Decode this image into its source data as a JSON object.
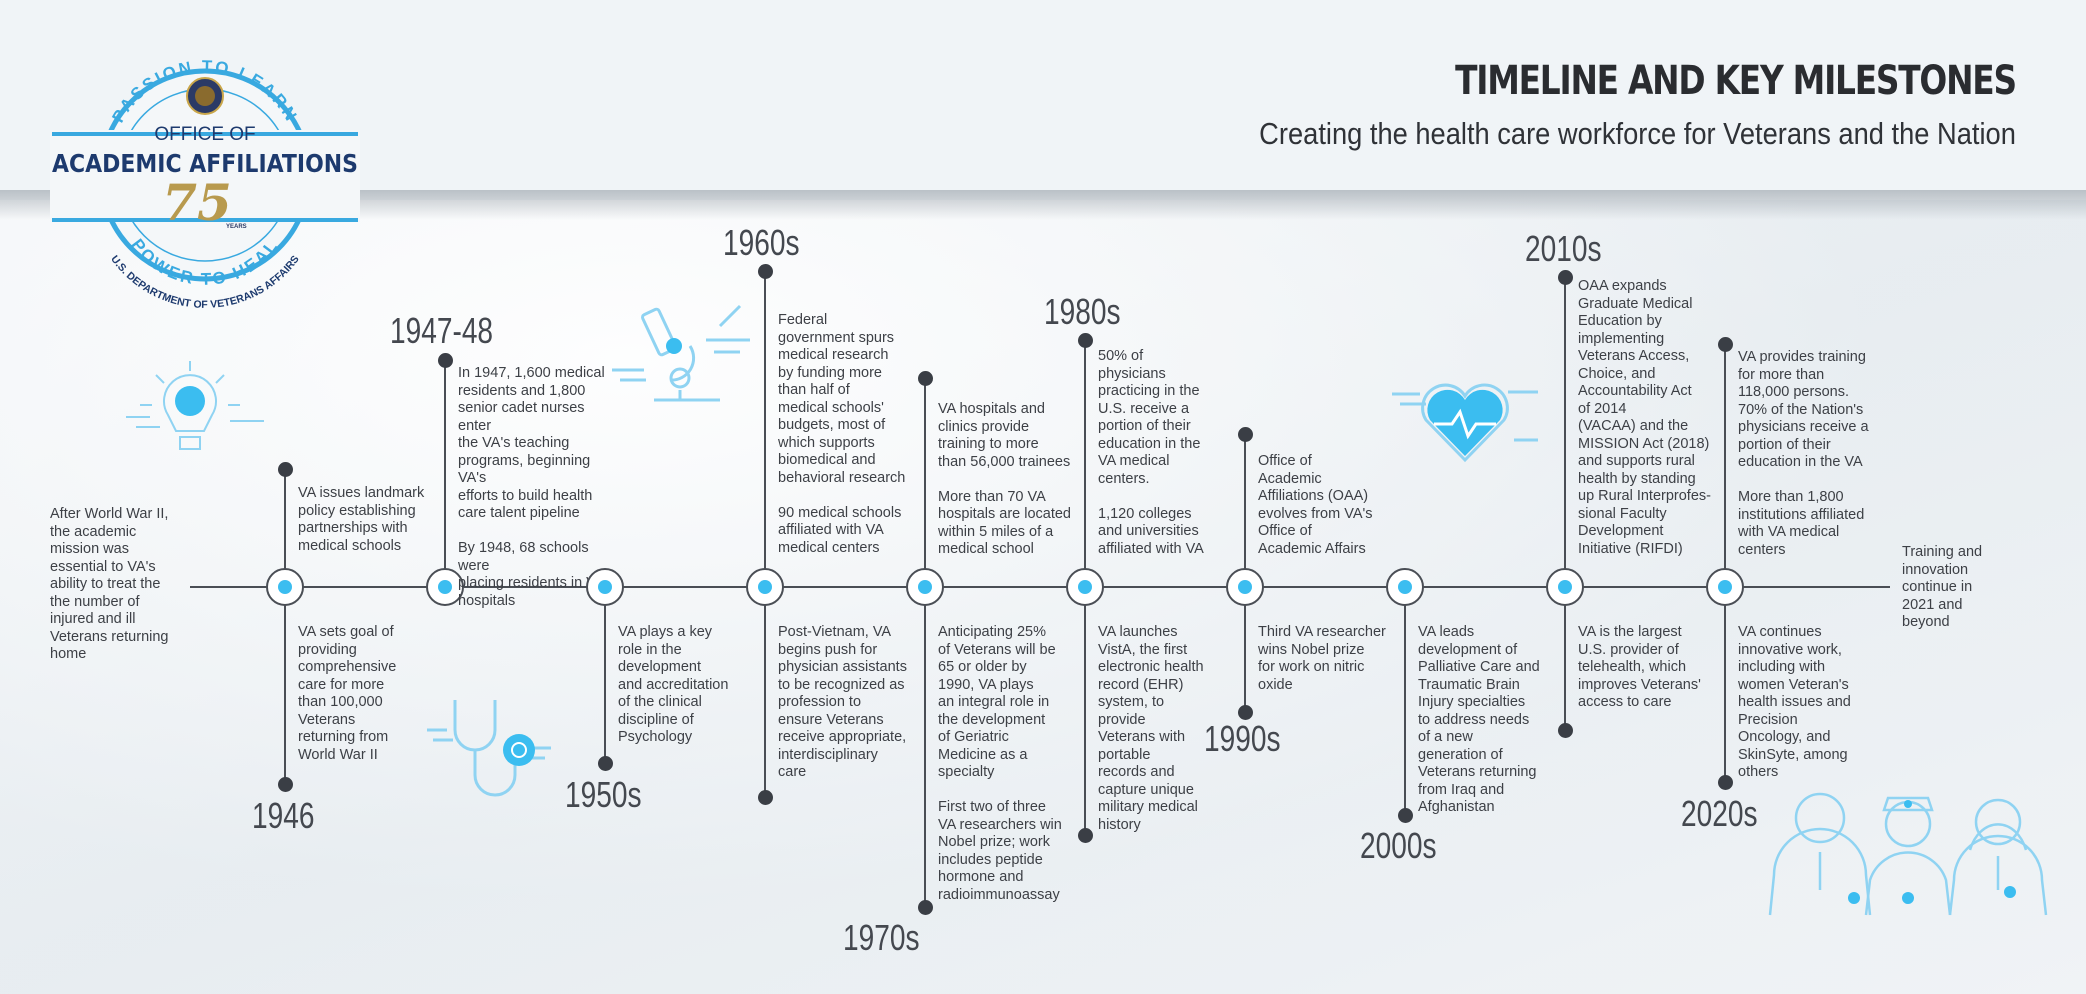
{
  "header": {
    "title": "TIMELINE AND KEY MILESTONES",
    "subtitle": "Creating the health care workforce for Veterans and the Nation"
  },
  "logo": {
    "top_arc": "PASSION TO LEARN",
    "line1": "OFFICE OF",
    "line2": "ACADEMIC AFFILIATIONS",
    "years_number": "75",
    "years_word": "YEARS",
    "bottom_arc": "POWER TO HEAL",
    "outer_arc": "U.S. DEPARTMENT OF VETERANS AFFAIRS"
  },
  "intro_text": "After World War II,\nthe academic\nmission was\nessential to VA's\nability to treat the\nthe number of\ninjured and ill\nVeterans returning\nhome",
  "closing_text": "Training and\ninnovation\ncontinue in\n2021 and\nbeyond",
  "colors": {
    "accent": "#3bbdf0",
    "line": "#4a4e55",
    "icon": "#8fd3f2"
  },
  "icons": [
    "lightbulb-icon",
    "stethoscope-icon",
    "microscope-icon",
    "heart-pulse-icon",
    "medical-staff-icon"
  ],
  "milestones": [
    {
      "year": "1946",
      "above": "VA issues landmark\npolicy establishing\npartnerships with\nmedical schools",
      "below": "VA sets goal of\nproviding\ncomprehensive\ncare for more\nthan 100,000\nVeterans\nreturning from\nWorld War II"
    },
    {
      "year": "1947-48",
      "above": "In 1947, 1,600 medical\nresidents and 1,800\nsenior cadet nurses enter\nthe VA's teaching\nprograms, beginning VA's\nefforts to build health\ncare talent pipeline\n\nBy 1948, 68 schools were\nplacing residents in VA\nhospitals",
      "below": ""
    },
    {
      "year": "1950s",
      "above": "",
      "below": "VA plays a key\nrole in the\ndevelopment\nand accreditation\nof the clinical\ndiscipline of\nPsychology"
    },
    {
      "year": "1960s",
      "above": "Federal\ngovernment spurs\nmedical research\nby funding more\nthan half of\nmedical schools'\nbudgets, most of\nwhich supports\nbiomedical and\nbehavioral research\n\n90 medical schools\naffiliated with VA\nmedical centers",
      "below": "Post-Vietnam, VA\nbegins push for\nphysician assistants\nto be recognized as\nprofession to\nensure Veterans\nreceive appropriate,\ninterdisciplinary\ncare"
    },
    {
      "year": "1970s",
      "above": "VA hospitals and\nclinics provide\ntraining to more\nthan 56,000 trainees\n\nMore than 70 VA\nhospitals are located\nwithin 5 miles of a\nmedical school",
      "below": "Anticipating 25%\nof Veterans will be\n65 or older by\n1990, VA plays\nan integral role in\nthe development\nof Geriatric\nMedicine as a\nspecialty\n\nFirst two of three\nVA researchers win\nNobel prize; work\nincludes peptide\nhormone and\nradioimmunoassay"
    },
    {
      "year": "1980s",
      "above": "50% of\nphysicians\npracticing in the\nU.S. receive a\nportion of their\neducation in the\nVA medical\ncenters.\n\n1,120 colleges\nand universities\naffiliated with VA",
      "below": "VA launches\nVistA, the first\nelectronic health\nrecord (EHR)\nsystem, to\nprovide\nVeterans with\nportable\nrecords and\ncapture unique\nmilitary medical\nhistory"
    },
    {
      "year": "1990s",
      "above": "Office of\nAcademic\nAffiliations (OAA)\nevolves from VA's\nOffice of\nAcademic Affairs",
      "below": "Third VA researcher\nwins Nobel prize\nfor work on nitric\noxide"
    },
    {
      "year": "2000s",
      "above": "",
      "below": "VA leads\ndevelopment of\nPalliative Care and\nTraumatic Brain\nInjury specialties\nto address needs\nof a new\ngeneration of\nVeterans returning\nfrom Iraq and\nAfghanistan"
    },
    {
      "year": "2010s",
      "above": "OAA expands\nGraduate Medical\nEducation by\nimplementing\nVeterans Access,\nChoice, and\nAccountability Act\nof 2014\n(VACAA) and the\nMISSION Act (2018)\nand supports rural\nhealth by standing\nup Rural Interprofes-\nsional Faculty\nDevelopment\nInitiative (RIFDI)",
      "below": "VA is the largest\nU.S. provider of\ntelehealth, which\nimproves Veterans'\naccess to care"
    },
    {
      "year": "2020s",
      "above": "VA provides training\nfor more than\n118,000 persons.\n70% of the Nation's\nphysicians receive a\nportion of their\neducation in the VA\n\nMore than 1,800\ninstitutions affiliated\nwith VA medical\ncenters",
      "below": "VA continues\ninnovative work,\nincluding with\nwomen Veteran's\nhealth issues and\nPrecision\nOncology, and\nSkinSyte, among\nothers"
    }
  ]
}
